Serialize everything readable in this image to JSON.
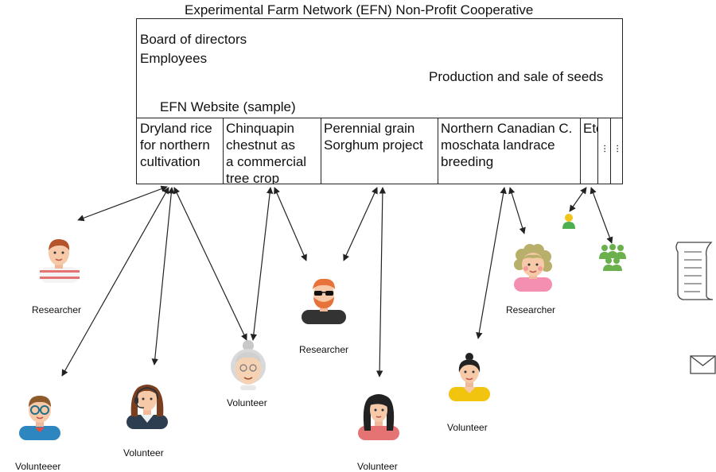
{
  "title": "Experimental Farm Network (EFN) Non-Profit Cooperative",
  "org": {
    "board": "Board of directors",
    "employees": "Employees",
    "production": "Production and sale of seeds",
    "website": "EFN Website (sample)"
  },
  "projects": [
    "Dryland rice\nfor northern\ncultivation",
    "Chinquapin\nchestnut as\na commercial\ntree crop",
    "Perennial grain\nSorghum project",
    "Northern Canadian C.\nmoschata landrace\nbreeding",
    "Etc.",
    "...",
    "..."
  ],
  "people": [
    {
      "role": "Researcher"
    },
    {
      "role": "Volunteeer"
    },
    {
      "role": "Volunteer"
    },
    {
      "role": "Volunteer"
    },
    {
      "role": "Researcher"
    },
    {
      "role": "Volunteer"
    },
    {
      "role": "Volunteer"
    },
    {
      "role": "Researcher"
    }
  ],
  "colors": {
    "line": "#222222",
    "skin": "#f6c9a8",
    "green_group": "#6ab04c",
    "orange_hair": "#e8733a"
  },
  "icons": [
    "document-icon",
    "envelope-icon",
    "person-icon",
    "group-icon"
  ]
}
